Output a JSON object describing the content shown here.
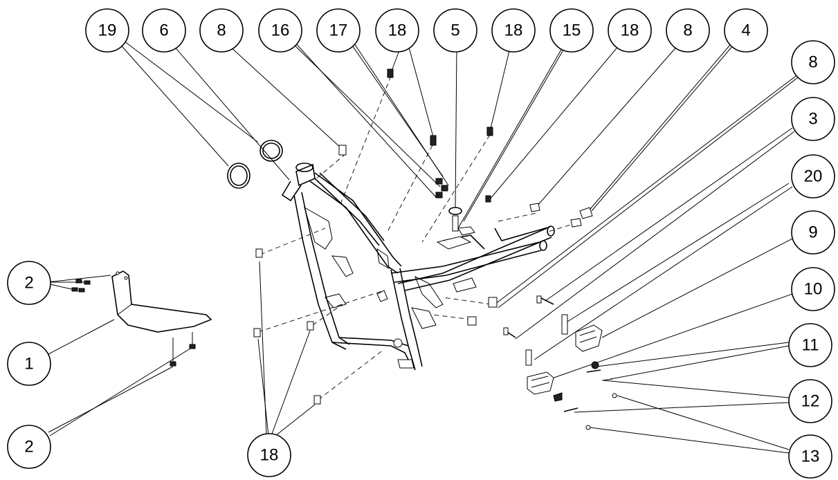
{
  "callouts": {
    "top": [
      "19",
      "6",
      "8",
      "16",
      "17",
      "18",
      "5",
      "18",
      "15",
      "18",
      "8",
      "4"
    ],
    "right": [
      "8",
      "3",
      "20",
      "9",
      "10",
      "11",
      "12",
      "13"
    ],
    "left": [
      "2",
      "1",
      "2"
    ],
    "bottom": [
      "18"
    ]
  }
}
